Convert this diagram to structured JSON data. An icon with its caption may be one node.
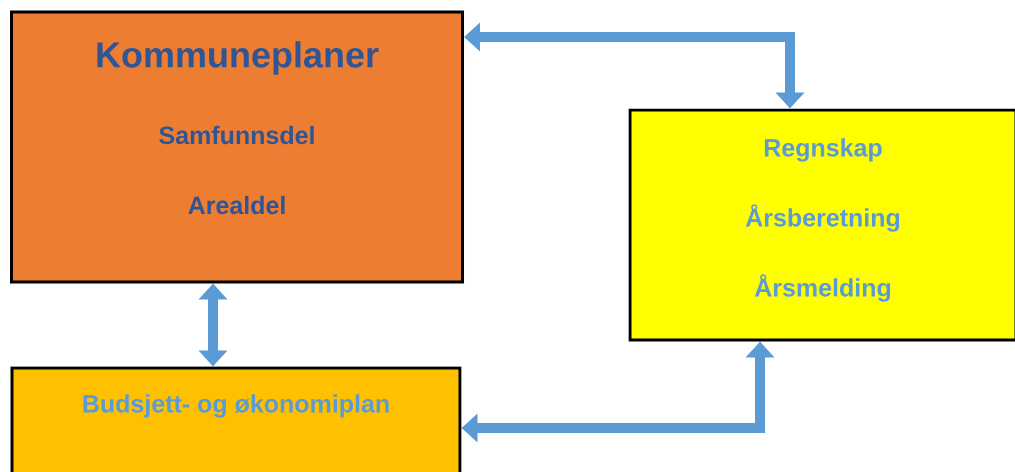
{
  "diagram": {
    "nodes": [
      {
        "text": [
          "Kommuneplaner",
          "Samfunnsdel",
          "Arealdel"
        ]
      },
      {
        "text": [
          "Regnskap",
          "Årsberetning",
          "Årsmelding"
        ]
      },
      {
        "text": [
          "Budsjett- og økonomiplan"
        ]
      }
    ],
    "edges": [
      {
        "from": 0,
        "to": 2,
        "arrow": "both"
      },
      {
        "from": 0,
        "to": 1,
        "arrow": "both"
      },
      {
        "from": 2,
        "to": 1,
        "arrow": "both"
      }
    ]
  }
}
